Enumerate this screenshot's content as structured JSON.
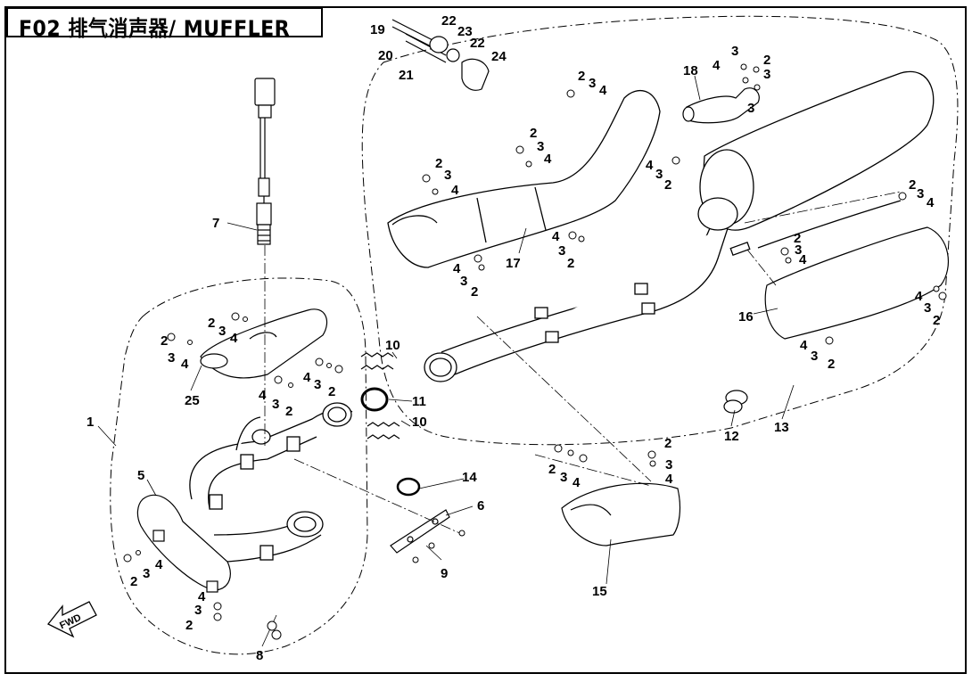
{
  "title": "F02 排气消声器/ MUFFLER",
  "fwd_label": "FWD",
  "colors": {
    "line": "#000000",
    "background": "#ffffff"
  },
  "callouts": {
    "c1": "1",
    "c2": "2",
    "c3": "3",
    "c4": "4",
    "c5": "5",
    "c6": "6",
    "c7": "7",
    "c8": "8",
    "c9": "9",
    "c10": "10",
    "c11": "11",
    "c12": "12",
    "c13": "13",
    "c14": "14",
    "c15": "15",
    "c16": "16",
    "c17": "17",
    "c18": "18",
    "c19": "19",
    "c20": "20",
    "c21": "21",
    "c22": "22",
    "c23": "23",
    "c24": "24",
    "c25": "25"
  }
}
